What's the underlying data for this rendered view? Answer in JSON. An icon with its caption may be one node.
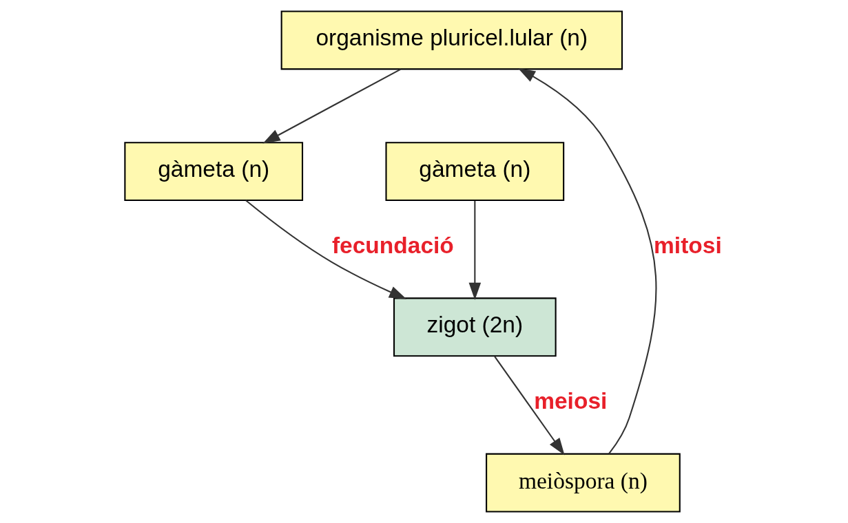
{
  "diagram": {
    "nodes": [
      {
        "text": [
          "organisme pluricel.lular (n)"
        ]
      },
      {
        "text": [
          "meiòspora (n)"
        ]
      },
      {
        "text": [
          "gàmeta (n)"
        ]
      },
      {
        "text": [
          "zigot (2n)"
        ]
      },
      {
        "text": [
          "gàmeta (n)"
        ]
      }
    ],
    "edges": [
      {
        "from": 1,
        "to": 0,
        "arrow": "to",
        "label": "mitosi"
      },
      {
        "from": 0,
        "to": 2,
        "arrow": "to"
      },
      {
        "from": 2,
        "to": 3,
        "arrow": "to",
        "label": "fecundació"
      },
      {
        "from": 4,
        "to": 3,
        "arrow": "to"
      },
      {
        "from": 3,
        "to": 1,
        "arrow": "to",
        "label": "meiosi"
      }
    ]
  }
}
